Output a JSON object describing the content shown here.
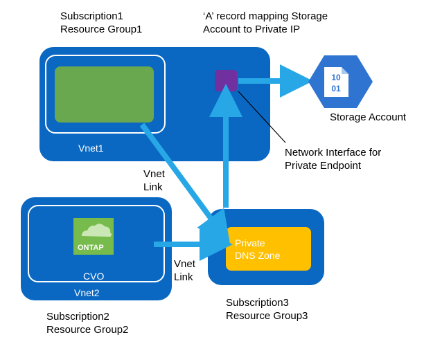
{
  "subscription1": {
    "line1": "Subscription1",
    "line2": "Resource Group1"
  },
  "record_note": {
    "line1": "‘A’ record mapping Storage",
    "line2": "Account to Private IP"
  },
  "vnet1": {
    "label": "Vnet1"
  },
  "storage_account": {
    "label": "Storage Account",
    "icon_text": "10 01",
    "icon_color": "#2f74d0"
  },
  "network_interface_note": {
    "line1": "Network Interface for",
    "line2": "Private Endpoint"
  },
  "vnet_link_1": {
    "line1": "Vnet",
    "line2": "Link"
  },
  "vnet2": {
    "label": "Vnet2",
    "cvo_label": "CVO",
    "ontap_label": "ONTAP"
  },
  "vnet_link_2": {
    "line1": "Vnet",
    "line2": "Link"
  },
  "private_dns_zone": {
    "line1": "Private",
    "line2": "DNS Zone"
  },
  "subscription2": {
    "line1": "Subscription2",
    "line2": "Resource Group2"
  },
  "subscription3": {
    "line1": "Subscription3",
    "line2": "Resource Group3"
  },
  "colors": {
    "vnet_blue": "#0a68c2",
    "arrow_blue": "#27a7e6",
    "vm_green": "#6aa84f",
    "dns_yellow": "#ffc000",
    "endpoint_purple": "#7030a0"
  }
}
